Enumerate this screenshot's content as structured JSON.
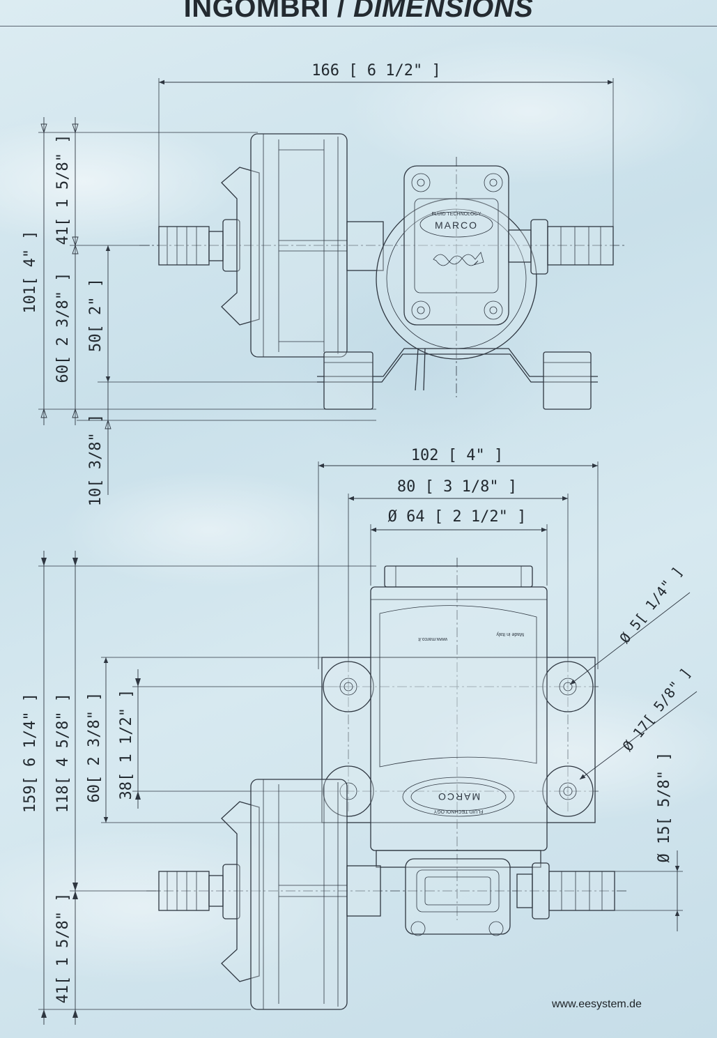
{
  "header": {
    "title_main": "INGOMBRI / ",
    "title_italic": "DIMENSIONS"
  },
  "brand": {
    "name": "MARCO",
    "tagline": "FLUID TECHNOLOGY",
    "website_mirrored": "www.marco.it",
    "made_in_mirrored": "Made in Italy"
  },
  "top_view": {
    "dim_length": "166 [ 6 1/2\" ]",
    "dim_total_height": "101[ 4\" ]",
    "dim_upper_height": "41[ 1 5/8\" ]",
    "dim_lower_height": "60[ 2 3/8\" ]",
    "dim_axis_to_base": "50[ 2\" ]",
    "dim_base": "10[ 3/8\" ]"
  },
  "bottom_view": {
    "dim_width_outer": "102 [ 4\" ]",
    "dim_width_holes": "80 [ 3 1/8\" ]",
    "dim_body_dia": "Ø 64 [ 2 1/2\" ]",
    "dim_total_height": "159[ 6 1/4\" ]",
    "dim_height_118": "118[ 4 5/8\" ]",
    "dim_height_60": "60[ 2 3/8\" ]",
    "dim_height_38": "38[ 1 1/2\" ]",
    "dim_hose_offset": "41[ 1 5/8\" ]",
    "dim_hole_dia": "Ø 5[ 1/4\" ]",
    "dim_boss_dia": "Ø 17[ 5/8\" ]",
    "dim_hose_dia": "Ø 15[ 5/8\" ]"
  },
  "footer": {
    "website": "www.eesystem.de"
  }
}
